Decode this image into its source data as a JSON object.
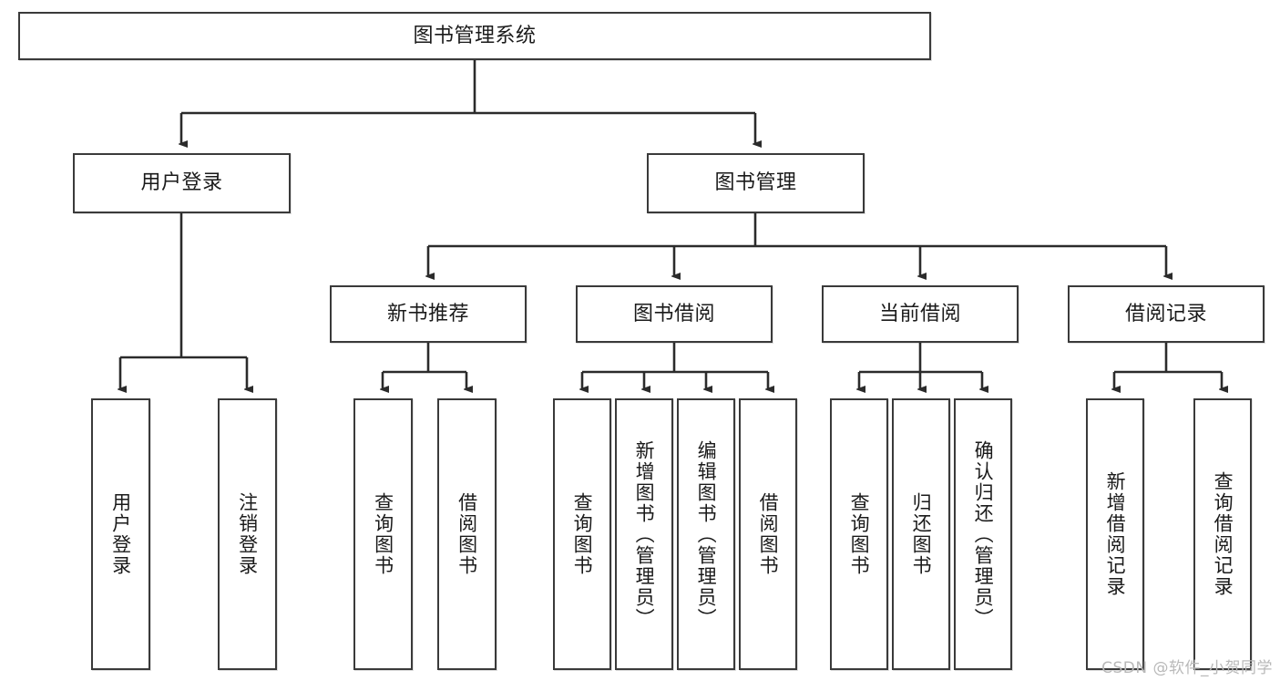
{
  "diagram": {
    "title": "图书管理系统",
    "type": "hierarchy-tree",
    "watermark": "CSDN @软件_小贺同学",
    "colors": {
      "box_border": "#3a3a3a",
      "box_fill": "#ffffff",
      "edge": "#2b2b2b",
      "text": "#1a1a1a",
      "watermark": "#b9b9b9",
      "background": "#ffffff"
    },
    "nodes": {
      "root": {
        "label": "图书管理系统"
      },
      "level2": [
        {
          "id": "user-login",
          "label": "用户登录"
        },
        {
          "id": "book-manage",
          "label": "图书管理"
        }
      ],
      "level3": [
        {
          "id": "new-book-rec",
          "label": "新书推荐"
        },
        {
          "id": "book-borrow",
          "label": "图书借阅"
        },
        {
          "id": "current-borrow",
          "label": "当前借阅"
        },
        {
          "id": "borrow-record",
          "label": "借阅记录"
        }
      ],
      "level4": {
        "user_login": [
          {
            "id": "leaf-user-login",
            "label": "用户登录"
          },
          {
            "id": "leaf-logout-login",
            "label": "注销登录"
          }
        ],
        "new_book_rec": [
          {
            "id": "leaf-query-book-1",
            "label": "查询图书"
          },
          {
            "id": "leaf-borrow-book-1",
            "label": "借阅图书"
          }
        ],
        "book_borrow": [
          {
            "id": "leaf-query-book-2",
            "label": "查询图书"
          },
          {
            "id": "leaf-add-book",
            "label": "新增图书（管理员）"
          },
          {
            "id": "leaf-edit-book",
            "label": "编辑图书（管理员）"
          },
          {
            "id": "leaf-borrow-book-2",
            "label": "借阅图书"
          }
        ],
        "current_borrow": [
          {
            "id": "leaf-query-book-3",
            "label": "查询图书"
          },
          {
            "id": "leaf-return-book",
            "label": "归还图书"
          },
          {
            "id": "leaf-confirm-return",
            "label": "确认归还（管理员）"
          }
        ],
        "borrow_record": [
          {
            "id": "leaf-add-record",
            "label": "新增借阅记录"
          },
          {
            "id": "leaf-query-record",
            "label": "查询借阅记录"
          }
        ]
      }
    }
  }
}
